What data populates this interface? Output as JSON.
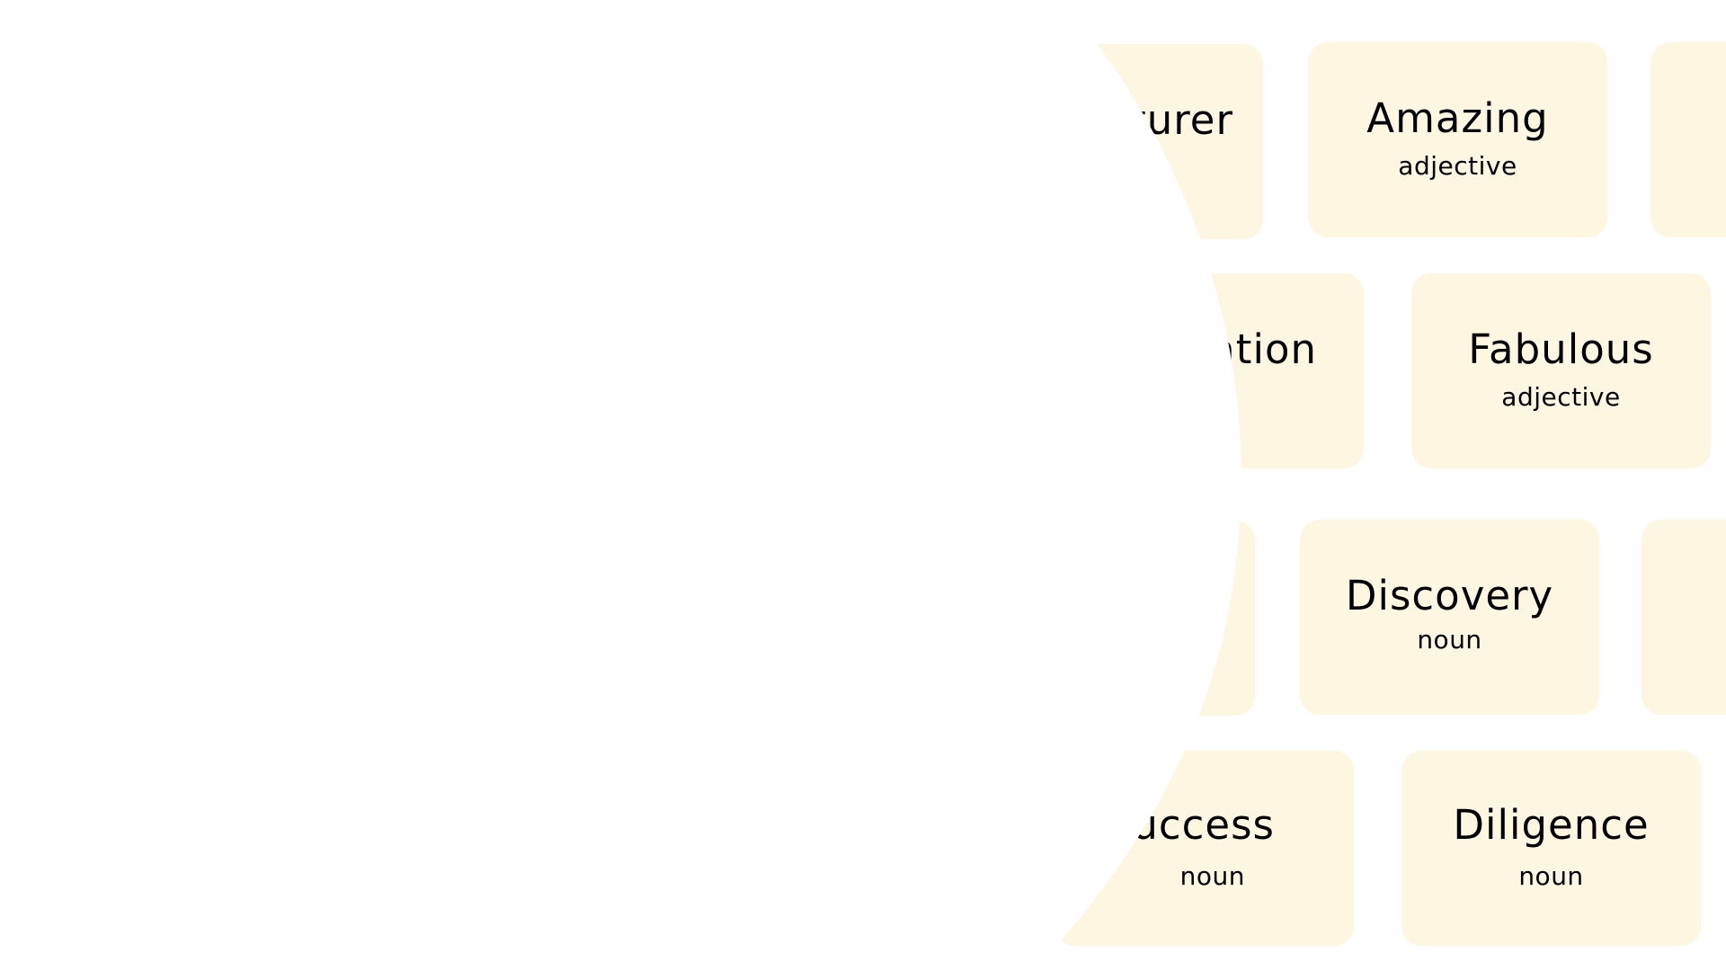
{
  "colors": {
    "background": "#ffffff",
    "card_fill": "#fdf6e1",
    "text": "#000000"
  },
  "cards": [
    {
      "word": "Adventurer",
      "pos": ""
    },
    {
      "word": "Amazing",
      "pos": "adjective"
    },
    {
      "word": "",
      "pos": ""
    },
    {
      "word": "Imagination",
      "pos": ""
    },
    {
      "word": "Fabulous",
      "pos": "adjective"
    },
    {
      "word": "",
      "pos": ""
    },
    {
      "word": "Discovery",
      "pos": "noun"
    },
    {
      "word": "",
      "pos": ""
    },
    {
      "word": "Success",
      "pos": "noun"
    },
    {
      "word": "Diligence",
      "pos": "noun"
    }
  ]
}
